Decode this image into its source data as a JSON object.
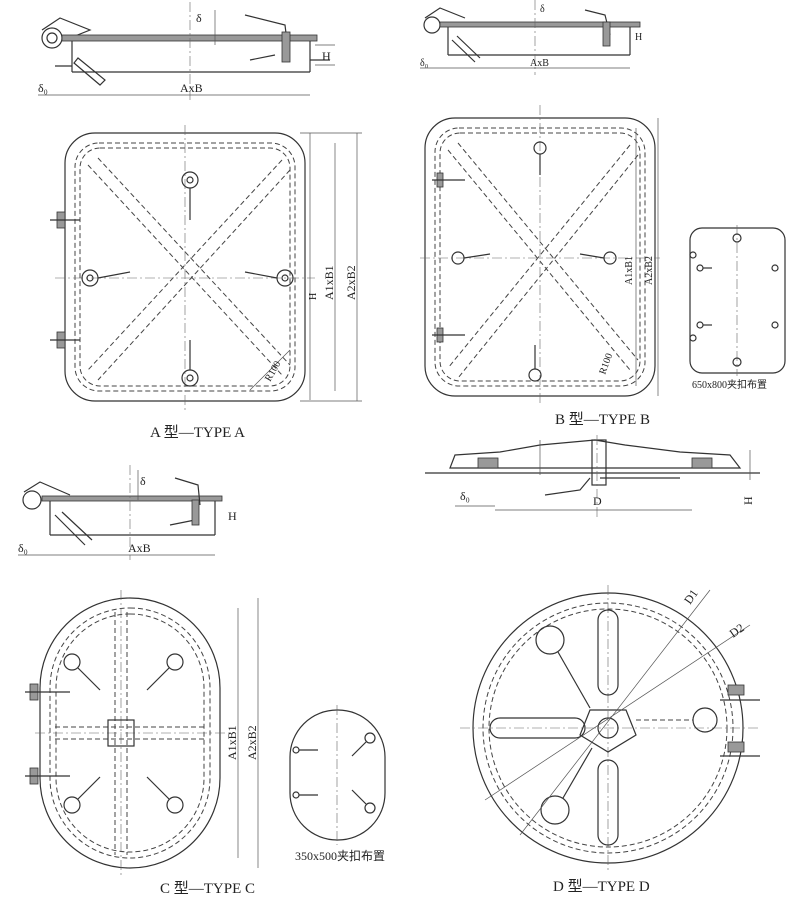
{
  "captions": {
    "type_a": "A 型—TYPE A",
    "type_b": "B 型—TYPE B",
    "type_c": "C 型—TYPE C",
    "type_d": "D 型—TYPE D",
    "inset_b": "650x800夹扣布置",
    "inset_c": "350x500夹扣布置"
  },
  "dimensions": {
    "delta": "δ",
    "delta0": "δ₀",
    "axb": "AxB",
    "h": "H",
    "a1xb1": "A1xB1",
    "a2xb2": "A2xB2",
    "r100": "R100",
    "d": "D",
    "d1": "D1",
    "d2": "D2"
  }
}
